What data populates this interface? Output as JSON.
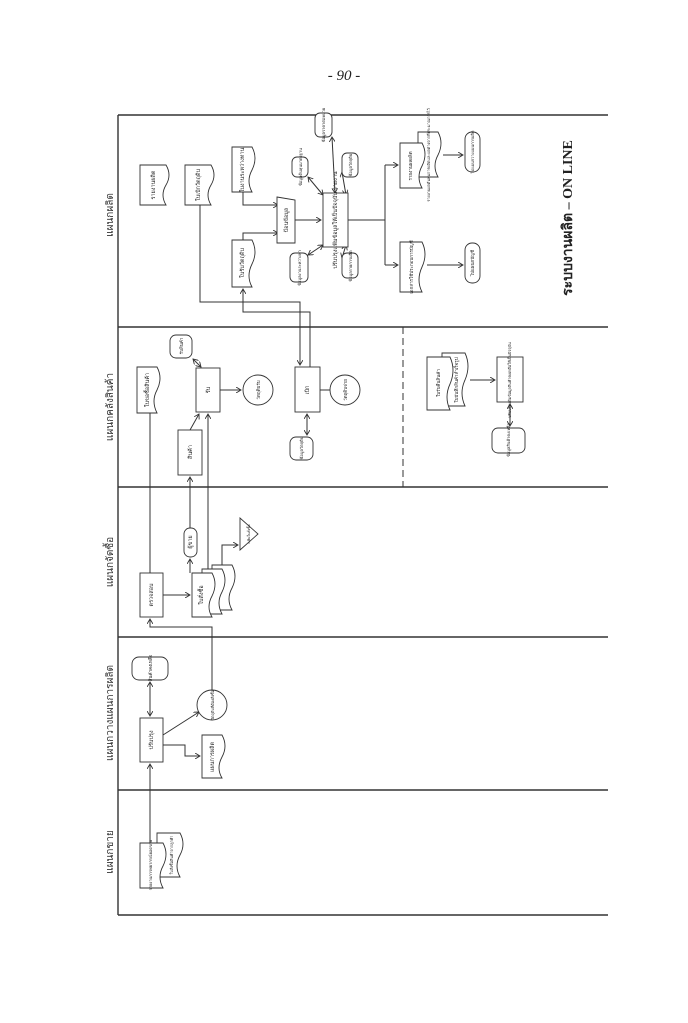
{
  "page_number": "- 90 -",
  "title": "ระบบงานผลิต  –  ON LINE",
  "lanes": {
    "production": "แผนกผลิต",
    "warehouse": "แผนกคลังสินค้า",
    "purchasing": "แผนกจัดซื้อ",
    "planning": "แผนกวางแผนการผลิต",
    "sales": "แผนกขาย"
  },
  "production": {
    "report_doc": "รายงานผลิต",
    "requisition_doc": "ใบเบิกวัตถุดิบ",
    "receipt_doc": "ใบรับวัตถุดิบ",
    "wip_doc": "ใบงานระหว่างทาน",
    "input": "ป้อนข้อมูล",
    "process": "ปรับปรุงแฟ้มข้อมูลให้เป็นปัจจุบัน รายงาน",
    "db_cost": "ข้อมูลต้นทุนมาตรฐาน",
    "db_wip": "ข้อมูลงานระหว่างทำ",
    "db_material": "ข้อมูลวัตถุดิบ",
    "db_price": "ข้อมูลราคาต่อหน่วย",
    "db_production": "ข้อมูลรายการผลิต",
    "acct_doc": "เอกสารใช้ประกอบการบัญชี",
    "output_report": "รายงานผลผลิต",
    "output_report2": "รายงานผลต้นทุนการผลิตและผลต่างจากที่ประมาณการไว้",
    "to_accounting": "ไปแผนกบัญชี",
    "to_planning": "ไปแผนกวางแผนการผลิต"
  },
  "warehouse": {
    "purchase_request": "ใบขอซื้อสินค้า",
    "receive_db": "รับสินค้า",
    "receive": "รับ",
    "goods": "สินค้า",
    "material_in": "วัตถุดิบรับ",
    "issue": "เบิก",
    "material_out": "วัตถุดิบจ่าย",
    "material_db": "ข้อมูลวัตถุดิบ",
    "return_doc": "ใบรับคืนสินค้า",
    "return_doc2": "ใบบันทึกสินค้าสำเร็จรูป",
    "update_process": "ปรับปรุงแฟ้มข้อมูลสินค้าคงเหลือให้เป็นปัจจุบัน",
    "goods_db": "ข้อมูลสินค้าคงเหลือ"
  },
  "purchasing": {
    "check": "ตรวจสอบ",
    "purchase_order": "ใบสั่งซื้อ",
    "supplier": "ผู้ขาย",
    "file": "แฟ้มใบสั่งซื้อ"
  },
  "planning": {
    "update": "ปรับปรุง",
    "inventory_db": "สินค้าคงเหลือ",
    "connector": "วัตถุดิบที่ต้องสั่งซื้อ",
    "plan_doc": "แผนการผลิต"
  },
  "sales": {
    "forecast_doc": "รายงานการพยากรณ์ยอดขาย",
    "order_doc": "ใบสั่งซื้อสินค้าจากลูกค้า"
  }
}
